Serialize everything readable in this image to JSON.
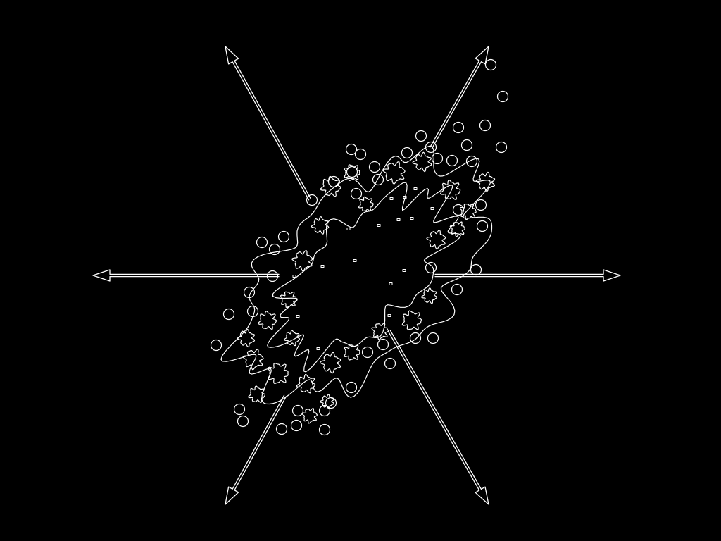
{
  "canvas": {
    "background": "#000000",
    "stroke_color": "#ffffff"
  },
  "diagram": {
    "arrows": [
      {
        "name": "arrow-up-left",
        "direction": "up-left"
      },
      {
        "name": "arrow-up-right",
        "direction": "up-right"
      },
      {
        "name": "arrow-left",
        "direction": "left"
      },
      {
        "name": "arrow-right",
        "direction": "right"
      },
      {
        "name": "arrow-down-left",
        "direction": "down-left"
      },
      {
        "name": "arrow-down-right",
        "direction": "down-right"
      }
    ],
    "central_shape": "particle-cluster",
    "style": "white outlines on black"
  }
}
